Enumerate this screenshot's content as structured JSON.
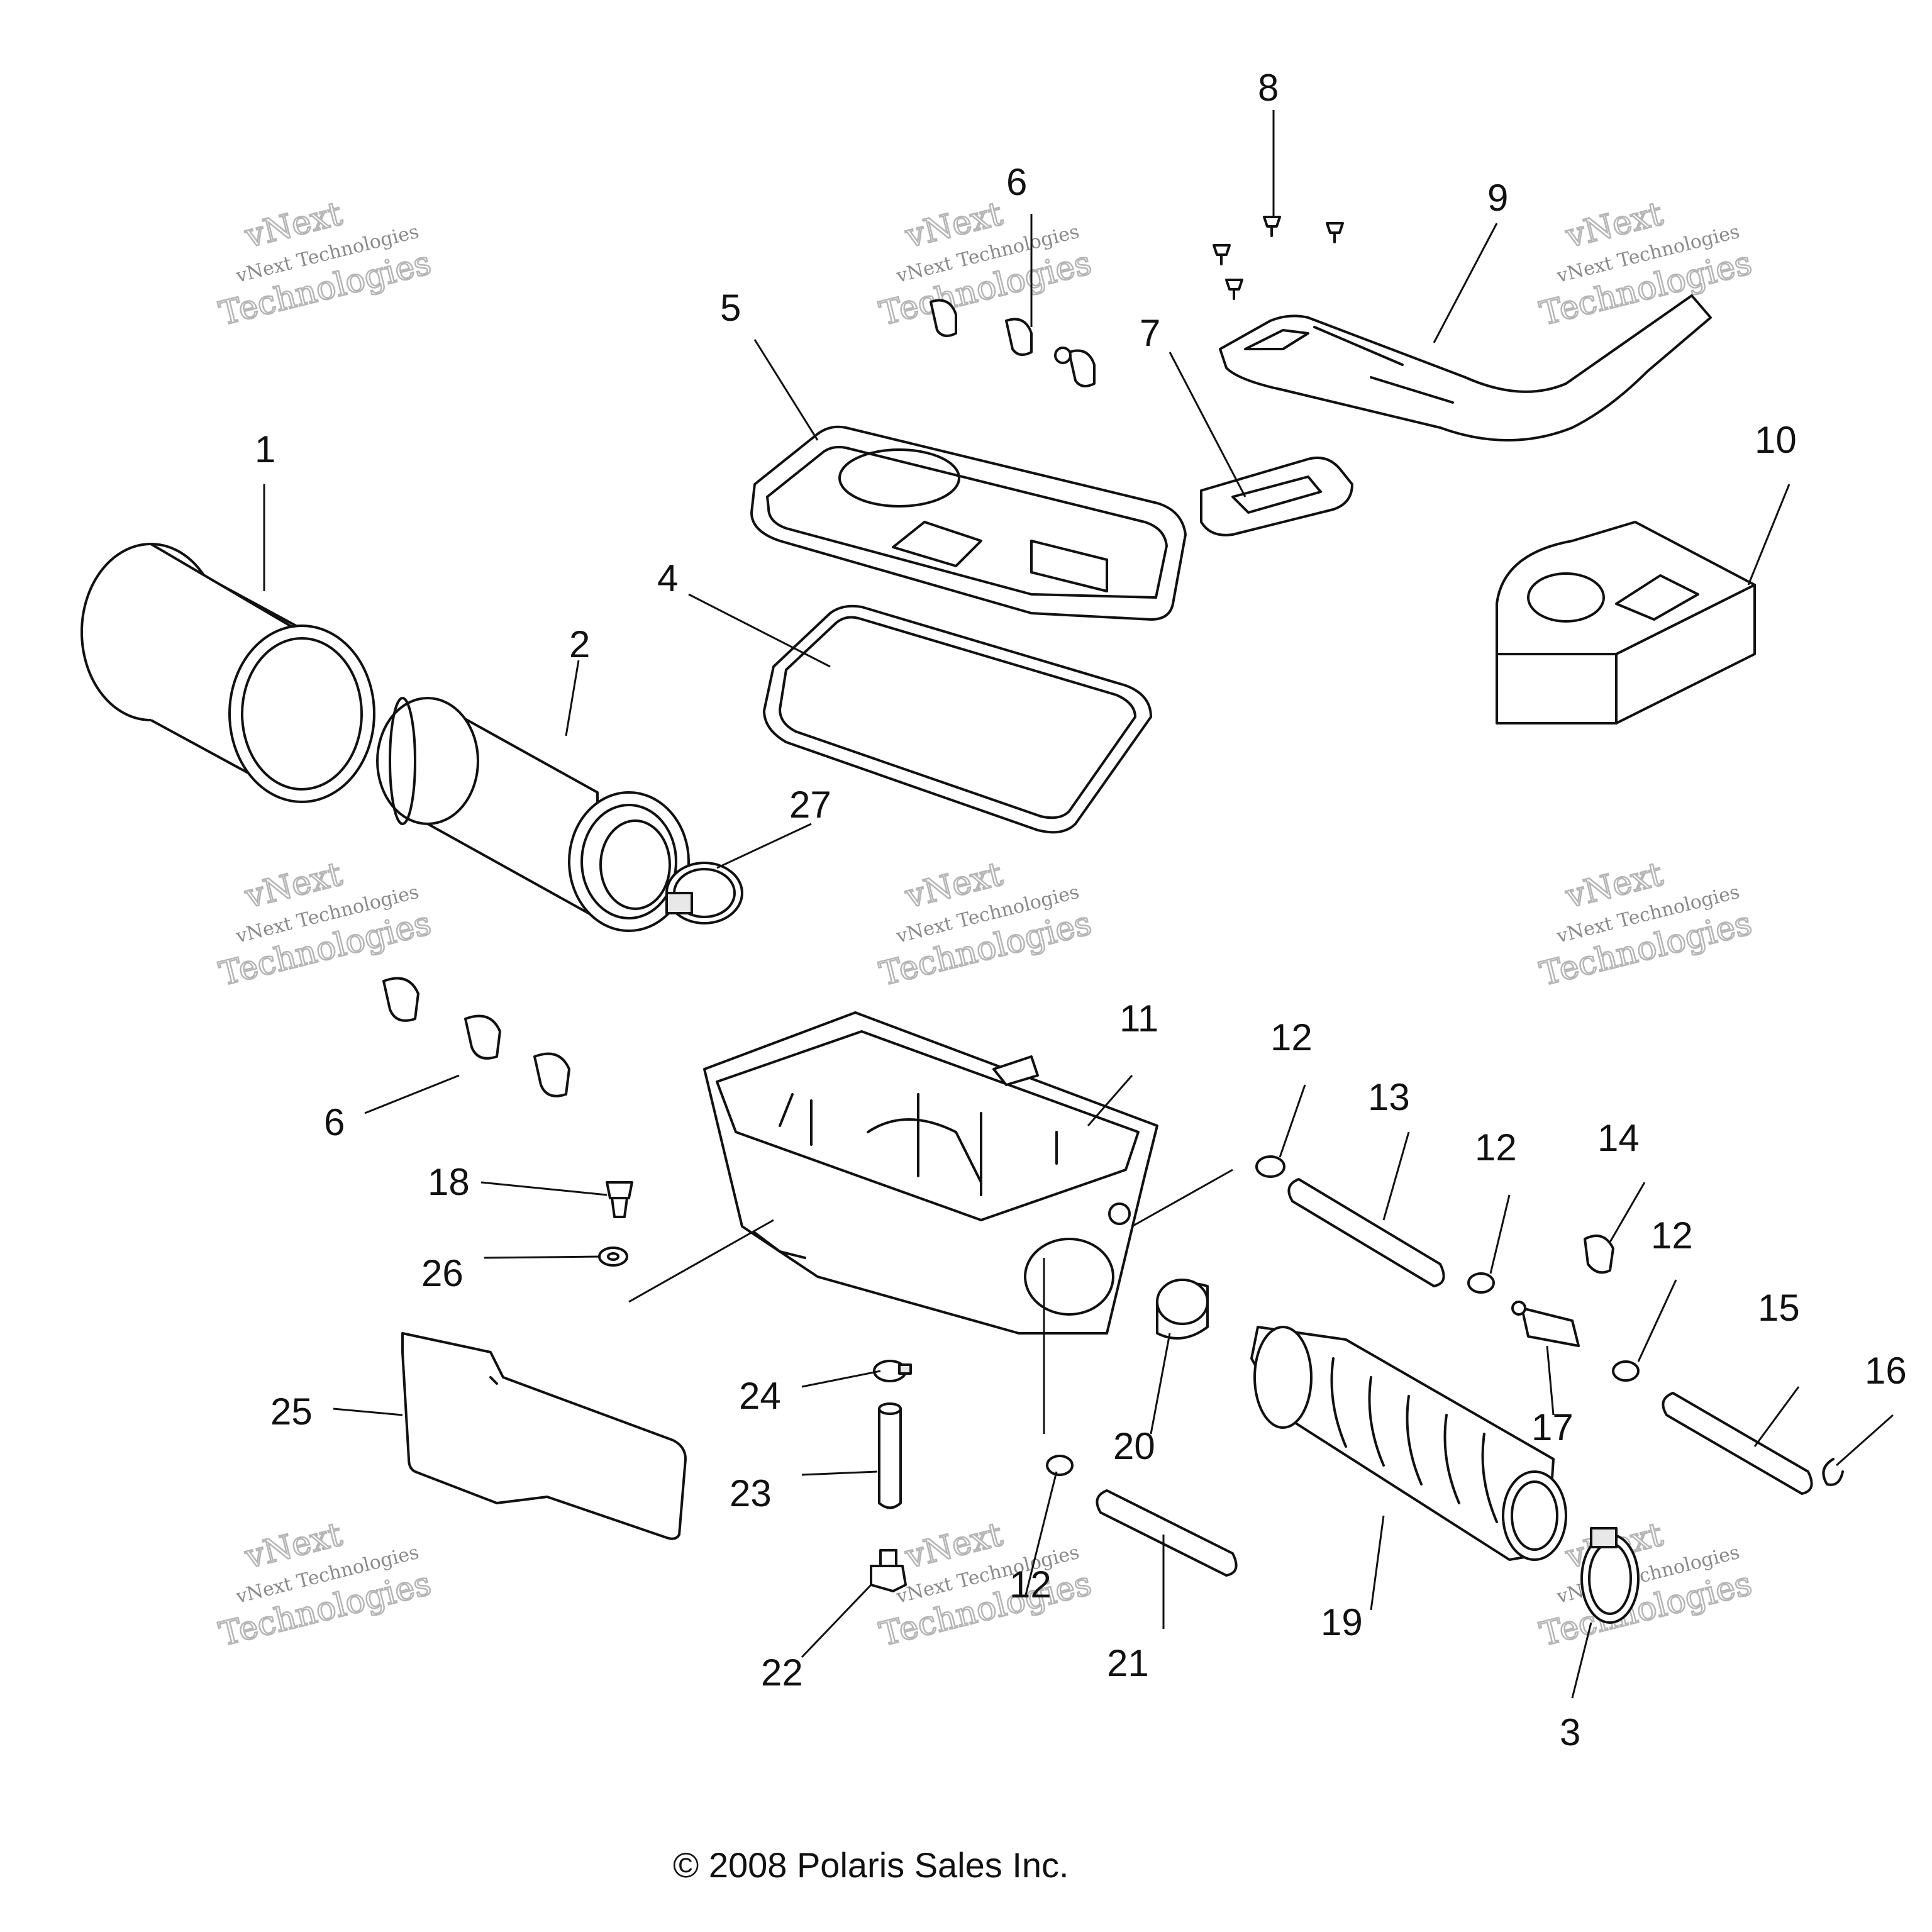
{
  "diagram": {
    "part_numbers": [
      "1",
      "2",
      "4",
      "5",
      "6",
      "6",
      "7",
      "8",
      "9",
      "10",
      "11",
      "12",
      "12",
      "12",
      "12",
      "13",
      "14",
      "15",
      "16",
      "17",
      "18",
      "19",
      "20",
      "21",
      "22",
      "23",
      "24",
      "25",
      "26",
      "27",
      "3"
    ],
    "watermark": {
      "line1": "vNext Technologies",
      "line2": "vNext",
      "line3": "Technologies"
    },
    "copyright": "© 2008 Polaris Sales Inc."
  }
}
